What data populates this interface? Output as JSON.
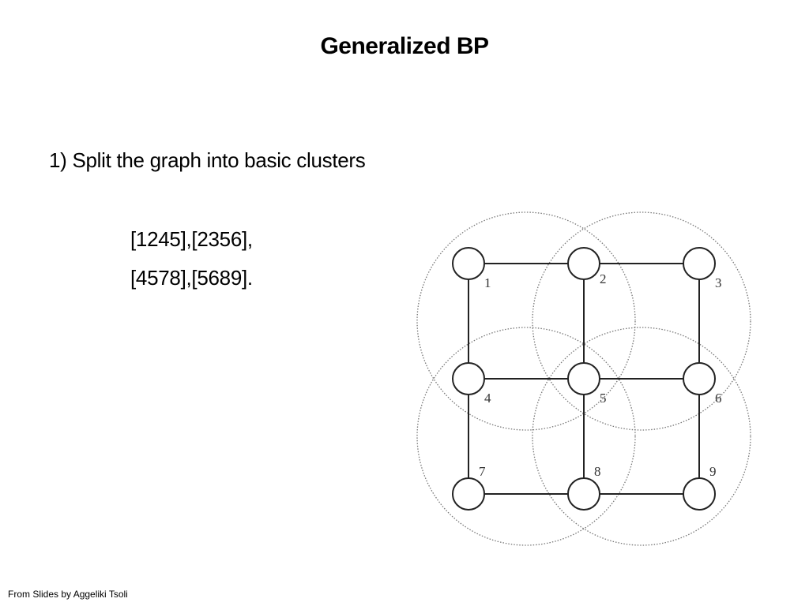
{
  "slide": {
    "title": "Generalized BP",
    "bullet": "1) Split the graph into basic clusters",
    "clusters_line1": "[1245],[2356],",
    "clusters_line2": "[4578],[5689].",
    "footer": "From Slides by Aggeliki Tsoli"
  },
  "graph": {
    "nodes": [
      {
        "id": "1",
        "label": "1",
        "row": 0,
        "col": 0
      },
      {
        "id": "2",
        "label": "2",
        "row": 0,
        "col": 1
      },
      {
        "id": "3",
        "label": "3",
        "row": 0,
        "col": 2
      },
      {
        "id": "4",
        "label": "4",
        "row": 1,
        "col": 0
      },
      {
        "id": "5",
        "label": "5",
        "row": 1,
        "col": 1
      },
      {
        "id": "6",
        "label": "6",
        "row": 1,
        "col": 2
      },
      {
        "id": "7",
        "label": "7",
        "row": 2,
        "col": 0
      },
      {
        "id": "8",
        "label": "8",
        "row": 2,
        "col": 1
      },
      {
        "id": "9",
        "label": "9",
        "row": 2,
        "col": 2
      }
    ],
    "edges": [
      [
        "1",
        "2"
      ],
      [
        "2",
        "3"
      ],
      [
        "4",
        "5"
      ],
      [
        "5",
        "6"
      ],
      [
        "7",
        "8"
      ],
      [
        "8",
        "9"
      ],
      [
        "1",
        "4"
      ],
      [
        "4",
        "7"
      ],
      [
        "2",
        "5"
      ],
      [
        "5",
        "8"
      ],
      [
        "3",
        "6"
      ],
      [
        "6",
        "9"
      ]
    ],
    "clusters": [
      [
        "1",
        "2",
        "4",
        "5"
      ],
      [
        "2",
        "3",
        "5",
        "6"
      ],
      [
        "4",
        "5",
        "7",
        "8"
      ],
      [
        "5",
        "6",
        "8",
        "9"
      ]
    ],
    "line_color": "#222222",
    "cluster_color": "#777777"
  }
}
